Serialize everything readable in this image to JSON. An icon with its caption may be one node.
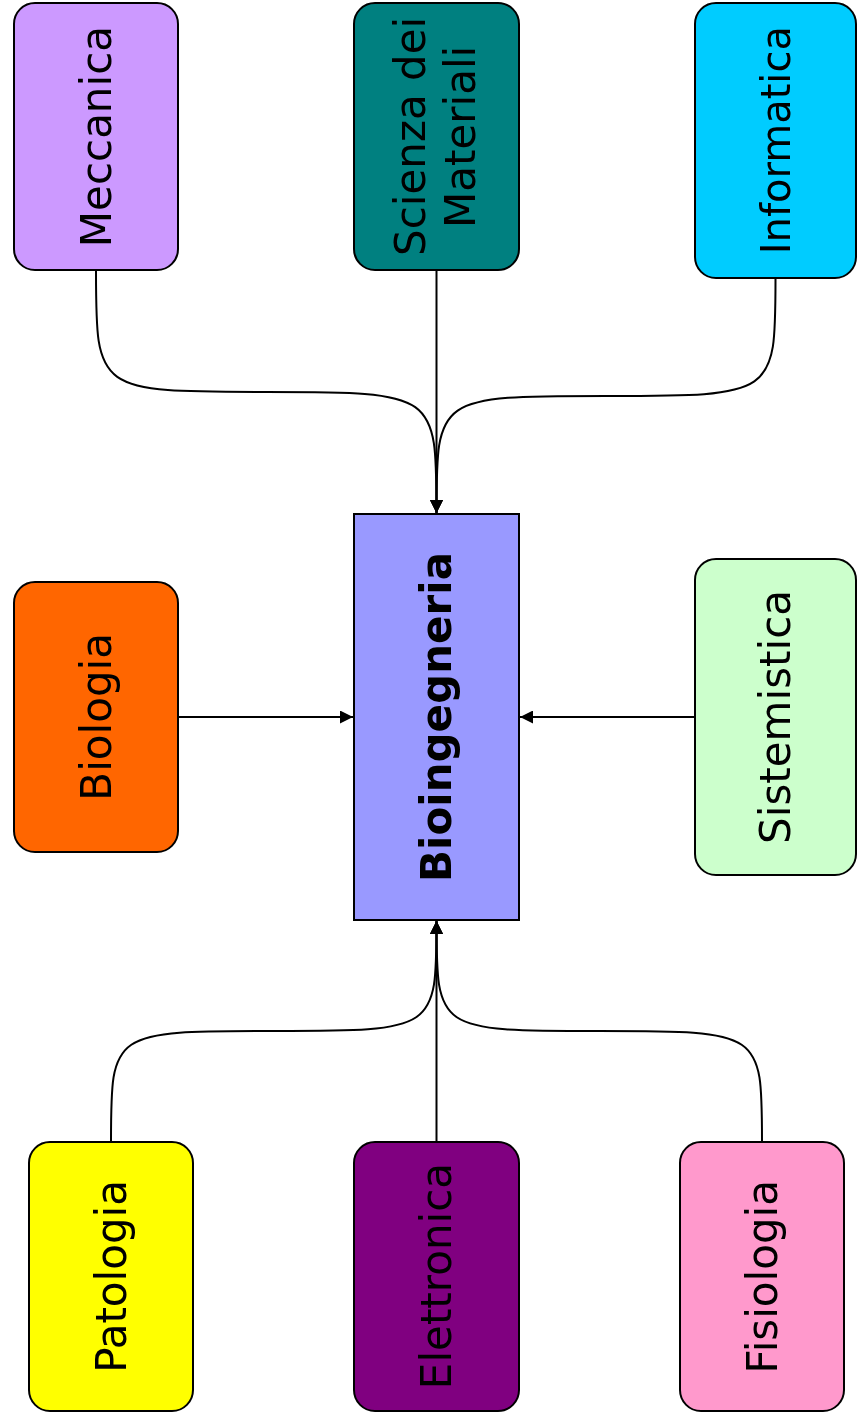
{
  "diagram": {
    "nodes": [
      {
        "text": [
          "Meccanica"
        ]
      },
      {
        "text": [
          "Scienza dei Materiali"
        ]
      },
      {
        "text": [
          "Informatica"
        ]
      },
      {
        "text": [
          "Biologia"
        ]
      },
      {
        "text": [
          "Bioingegneria"
        ]
      },
      {
        "text": [
          "Sistemistica"
        ]
      },
      {
        "text": [
          "Patologia"
        ]
      },
      {
        "text": [
          "Elettronica"
        ]
      },
      {
        "text": [
          "Fisiologia"
        ]
      }
    ],
    "edges": [
      {
        "from": 0,
        "to": 4,
        "arrow": "to"
      },
      {
        "from": 1,
        "to": 4,
        "arrow": "to"
      },
      {
        "from": 2,
        "to": 4,
        "arrow": "to"
      },
      {
        "from": 3,
        "to": 4,
        "arrow": "to"
      },
      {
        "from": 5,
        "to": 4,
        "arrow": "to"
      },
      {
        "from": 6,
        "to": 4,
        "arrow": "to"
      },
      {
        "from": 7,
        "to": 4,
        "arrow": "to"
      },
      {
        "from": 8,
        "to": 4,
        "arrow": "to"
      }
    ]
  }
}
